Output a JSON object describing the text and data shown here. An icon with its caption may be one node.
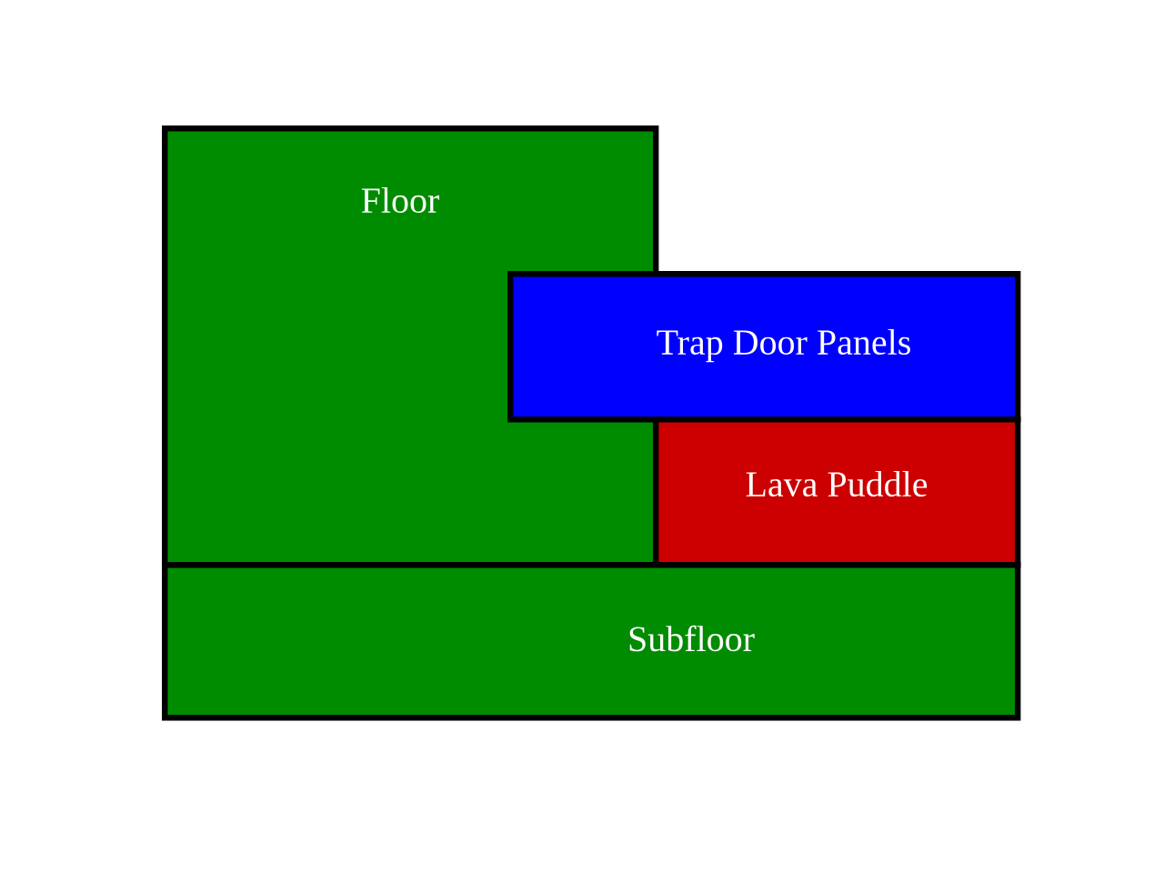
{
  "diagram": {
    "nodes": [
      {
        "text": [
          "Floor"
        ]
      },
      {
        "text": [
          "Trap Door Panels"
        ]
      },
      {
        "text": [
          "Lava Puddle"
        ]
      },
      {
        "text": [
          "Subfloor"
        ]
      }
    ]
  }
}
